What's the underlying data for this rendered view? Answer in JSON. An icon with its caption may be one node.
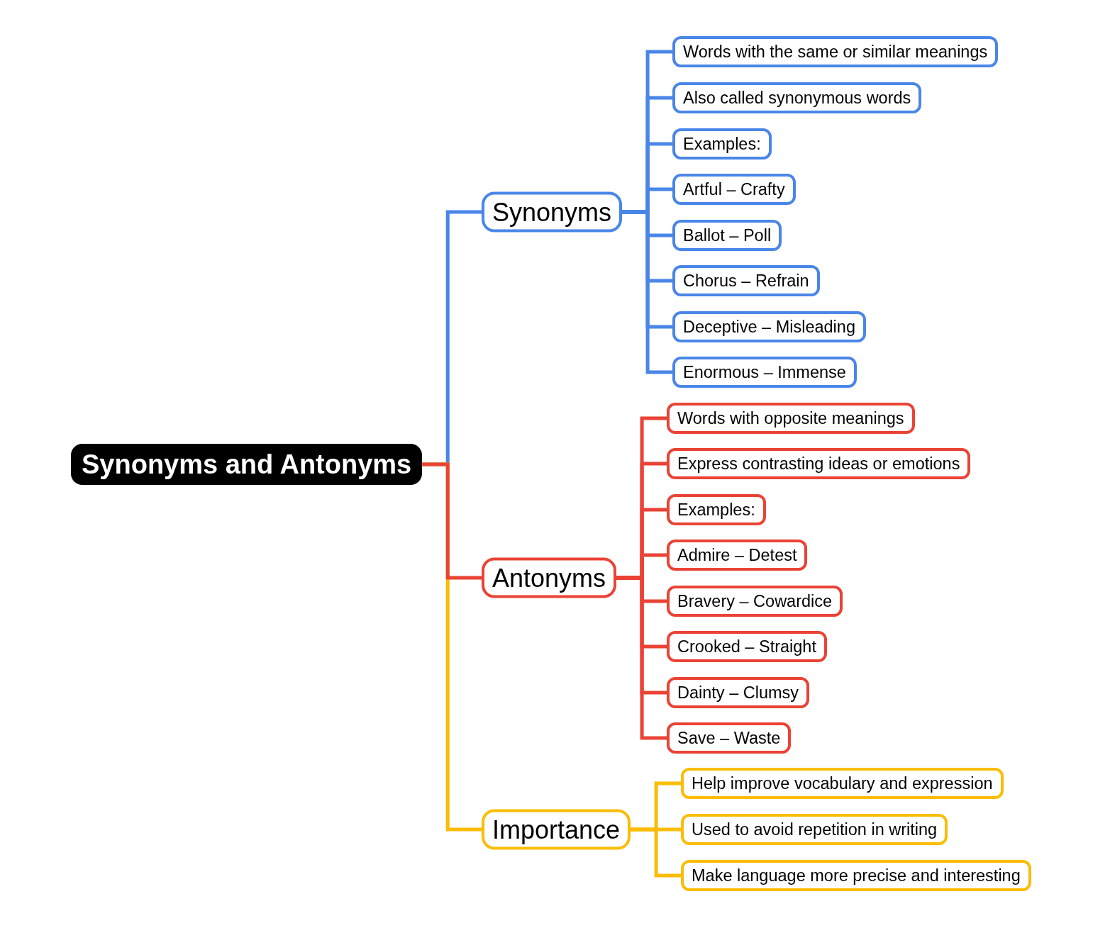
{
  "diagram": {
    "nodes": [
      {
        "text": [
          "Synonyms and Antonyms"
        ]
      },
      {
        "text": [
          "Synonyms"
        ]
      },
      {
        "text": [
          "Words with the same or similar meanings"
        ]
      },
      {
        "text": [
          "Also called synonymous words"
        ]
      },
      {
        "text": [
          "Examples:"
        ]
      },
      {
        "text": [
          "Artful – Crafty"
        ]
      },
      {
        "text": [
          "Ballot – Poll"
        ]
      },
      {
        "text": [
          "Chorus – Refrain"
        ]
      },
      {
        "text": [
          "Deceptive – Misleading"
        ]
      },
      {
        "text": [
          "Enormous – Immense"
        ]
      },
      {
        "text": [
          "Antonyms"
        ]
      },
      {
        "text": [
          "Words with opposite meanings"
        ]
      },
      {
        "text": [
          "Express contrasting ideas or emotions"
        ]
      },
      {
        "text": [
          "Examples:"
        ]
      },
      {
        "text": [
          "Admire – Detest"
        ]
      },
      {
        "text": [
          "Bravery – Cowardice"
        ]
      },
      {
        "text": [
          "Crooked – Straight"
        ]
      },
      {
        "text": [
          "Dainty – Clumsy"
        ]
      },
      {
        "text": [
          "Save – Waste"
        ]
      },
      {
        "text": [
          "Importance"
        ]
      },
      {
        "text": [
          "Help improve vocabulary and expression"
        ]
      },
      {
        "text": [
          "Used to avoid repetition in writing"
        ]
      },
      {
        "text": [
          "Make language more precise and interesting"
        ]
      }
    ],
    "edges": [
      {
        "from": 0,
        "to": 1,
        "arrow": "none",
        "color": "#4a86e8"
      },
      {
        "from": 0,
        "to": 10,
        "arrow": "none",
        "color": "#ea4335"
      },
      {
        "from": 0,
        "to": 19,
        "arrow": "none",
        "color": "#fbbc04"
      },
      {
        "from": 1,
        "to": 2,
        "arrow": "none",
        "color": "#4a86e8"
      },
      {
        "from": 1,
        "to": 3,
        "arrow": "none",
        "color": "#4a86e8"
      },
      {
        "from": 1,
        "to": 4,
        "arrow": "none",
        "color": "#4a86e8"
      },
      {
        "from": 1,
        "to": 5,
        "arrow": "none",
        "color": "#4a86e8"
      },
      {
        "from": 1,
        "to": 6,
        "arrow": "none",
        "color": "#4a86e8"
      },
      {
        "from": 1,
        "to": 7,
        "arrow": "none",
        "color": "#4a86e8"
      },
      {
        "from": 1,
        "to": 8,
        "arrow": "none",
        "color": "#4a86e8"
      },
      {
        "from": 1,
        "to": 9,
        "arrow": "none",
        "color": "#4a86e8"
      },
      {
        "from": 10,
        "to": 11,
        "arrow": "none",
        "color": "#ea4335"
      },
      {
        "from": 10,
        "to": 12,
        "arrow": "none",
        "color": "#ea4335"
      },
      {
        "from": 10,
        "to": 13,
        "arrow": "none",
        "color": "#ea4335"
      },
      {
        "from": 10,
        "to": 14,
        "arrow": "none",
        "color": "#ea4335"
      },
      {
        "from": 10,
        "to": 15,
        "arrow": "none",
        "color": "#ea4335"
      },
      {
        "from": 10,
        "to": 16,
        "arrow": "none",
        "color": "#ea4335"
      },
      {
        "from": 10,
        "to": 17,
        "arrow": "none",
        "color": "#ea4335"
      },
      {
        "from": 10,
        "to": 18,
        "arrow": "none",
        "color": "#ea4335"
      },
      {
        "from": 19,
        "to": 20,
        "arrow": "none",
        "color": "#fbbc04"
      },
      {
        "from": 19,
        "to": 21,
        "arrow": "none",
        "color": "#fbbc04"
      },
      {
        "from": 19,
        "to": 22,
        "arrow": "none",
        "color": "#fbbc04"
      }
    ]
  }
}
